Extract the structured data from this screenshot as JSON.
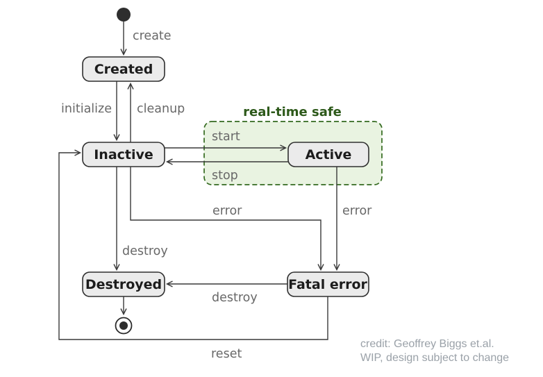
{
  "diagram": {
    "states": {
      "created": "Created",
      "inactive": "Inactive",
      "active": "Active",
      "destroyed": "Destroyed",
      "fatal_error": "Fatal error"
    },
    "region": {
      "label": "real-time safe"
    },
    "transitions": {
      "create": "create",
      "initialize": "initialize",
      "cleanup": "cleanup",
      "start": "start",
      "stop": "stop",
      "error_from_inactive": "error",
      "error_from_active": "error",
      "destroy_from_inactive": "destroy",
      "destroy_from_fatal": "destroy",
      "reset": "reset"
    },
    "colors": {
      "state_fill": "#ebebeb",
      "state_border": "#2f2f2f",
      "edge": "#383838",
      "edge_label": "#686868",
      "region_fill": "#e9f3e1",
      "region_border": "#33691e",
      "region_label": "#2d591a",
      "terminal_fill": "#2e2e2e",
      "credit_text": "#9aa1a8"
    },
    "footer": {
      "credit_line1": "credit: Geoffrey Biggs et.al.",
      "credit_line2": "WIP, design subject to change"
    }
  }
}
